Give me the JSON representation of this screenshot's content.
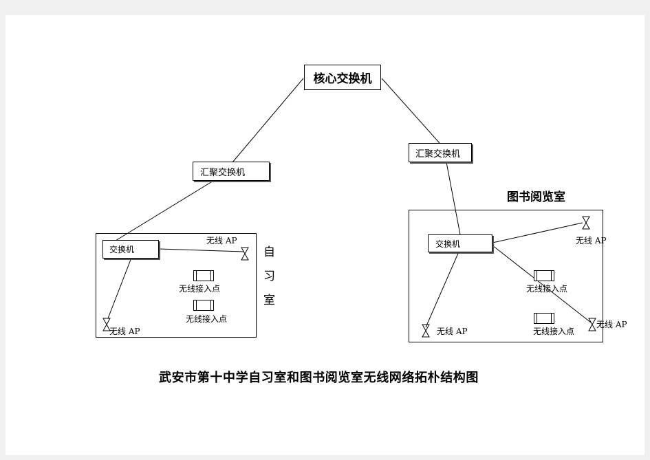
{
  "nodes": {
    "core": "核心交换机",
    "agg_left": "汇聚交换机",
    "agg_right": "汇聚交换机",
    "switch_left": "交换机",
    "switch_right": "交换机"
  },
  "rooms": {
    "study": {
      "chars": [
        "自",
        "习",
        "室"
      ]
    },
    "library": {
      "title": "图书阅览室"
    }
  },
  "ap_label": "无线 AP",
  "hotspot_label": "无线接入点",
  "caption": "武安市第十中学自习室和图书阅览室无线网络拓朴结构图"
}
